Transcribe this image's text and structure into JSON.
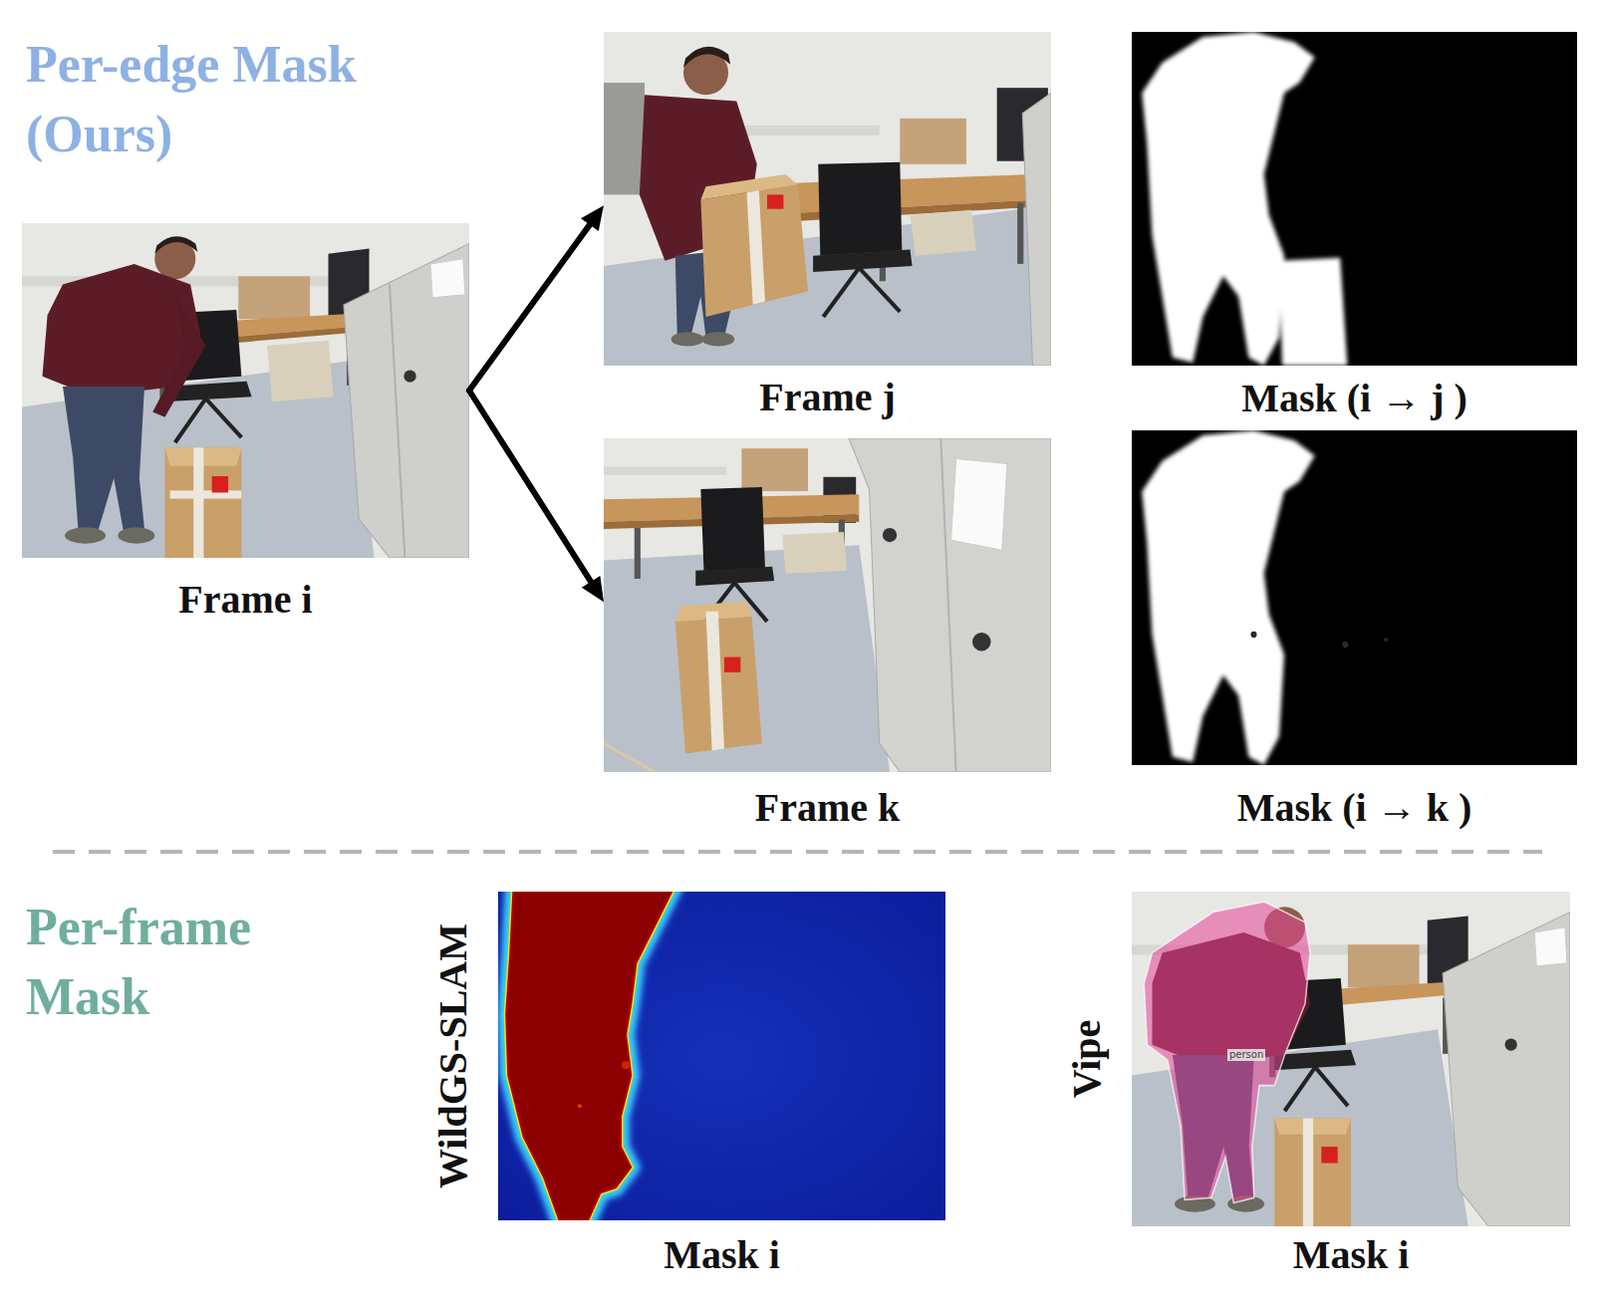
{
  "diagram": {
    "nodes": [
      {
        "text": [
          "Frame i"
        ]
      },
      {
        "text": [
          "Frame j"
        ]
      },
      {
        "text": [
          "Mask (i → j )"
        ]
      },
      {
        "text": [
          "Frame k"
        ]
      },
      {
        "text": [
          "Mask (i → k )"
        ]
      },
      {
        "text": [
          "WildGS-SLAM",
          "Mask i"
        ]
      },
      {
        "text": [
          "Vipe",
          "Mask i"
        ]
      }
    ],
    "edges": [
      {
        "from": 0,
        "to": 1,
        "arrow": "to"
      },
      {
        "from": 0,
        "to": 3,
        "arrow": "to"
      }
    ],
    "labels": [
      "Per-edge Mask (Ours)",
      "Per-frame Mask",
      "person"
    ]
  }
}
